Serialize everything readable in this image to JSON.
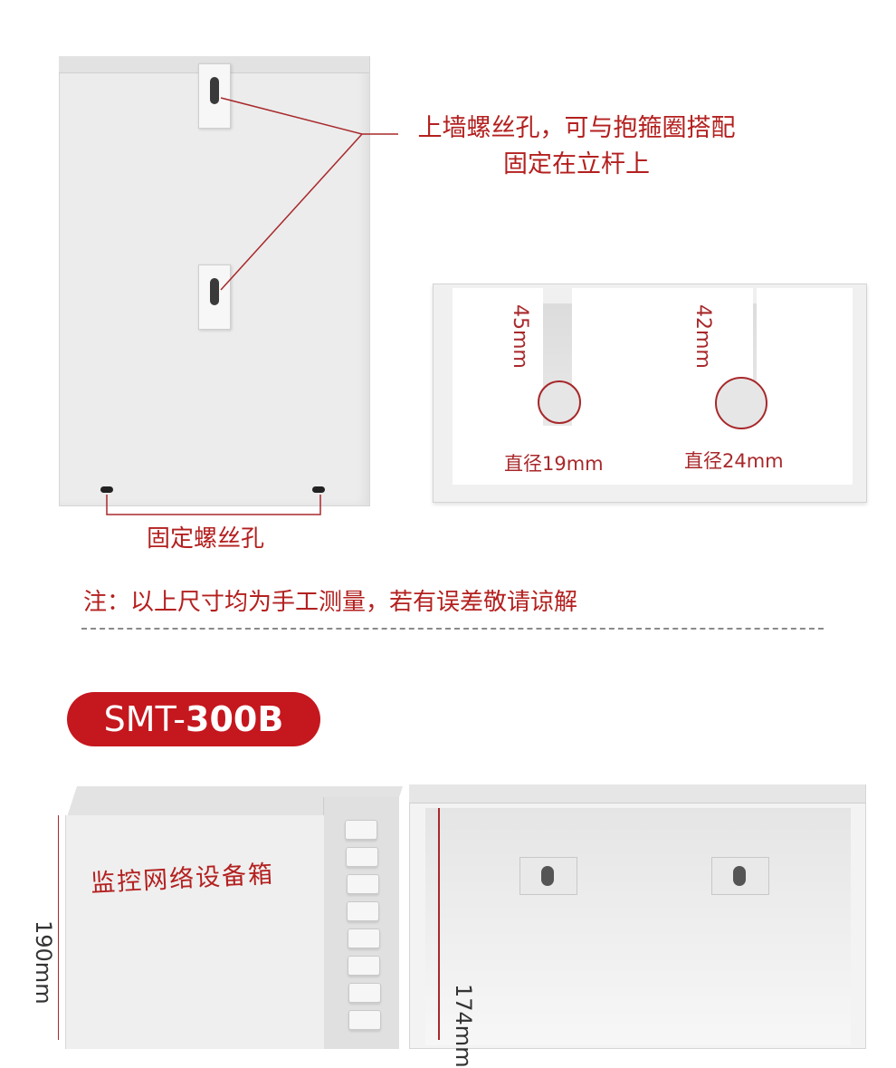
{
  "section1": {
    "callout_mount": "上墙螺丝孔，可与抱箍圈搭配\n固定在立杆上",
    "callout_mount_line1": "上墙螺丝孔，可与抱箍圈搭配",
    "callout_mount_line2": "固定在立杆上",
    "callout_fix": "固定螺丝孔",
    "knockout_left_depth": "45mm",
    "knockout_right_depth": "42mm",
    "hole_left_diameter": "直径19mm",
    "hole_right_diameter": "直径24mm",
    "note": "注：以上尺寸均为手工测量，若有误差敬请谅解"
  },
  "section2": {
    "model_prefix": "SMT-",
    "model_number": "300B",
    "box_label": "监控网络设备箱",
    "height_outer": "190mm",
    "height_inner": "174mm"
  },
  "colors": {
    "accent_red": "#c5171e",
    "text_red": "#b3201f"
  }
}
